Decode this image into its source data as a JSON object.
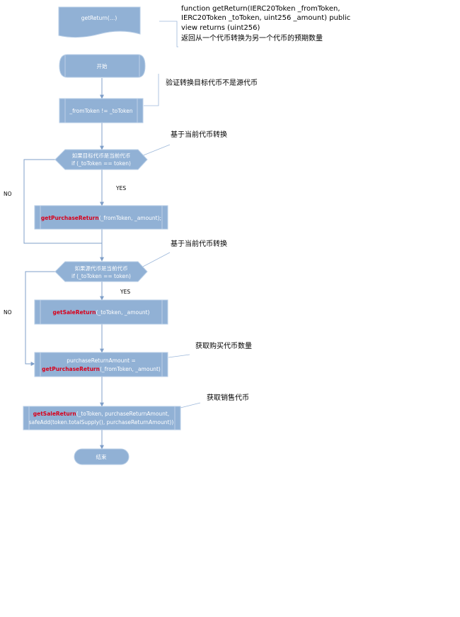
{
  "colors": {
    "node_fill": "#91b1d5",
    "node_text": "#ffffff",
    "highlight_text": "#d9001b",
    "connector": "#7f9fc9",
    "note_text": "#000000"
  },
  "signature_node": {
    "label": "getReturn(…)"
  },
  "signature_note": {
    "line1": "function getReturn(IERC20Token _fromToken,",
    "line2": "IERC20Token _toToken, uint256 _amount) public",
    "line3": "view returns (uint256)",
    "line4": "返回从一个代币转换为另一个代币的预期数量"
  },
  "start_node": {
    "label": "开始"
  },
  "check_node": {
    "label": "_fromToken != _toToken"
  },
  "note_check": "验证转换目标代币不是源代币",
  "decision1": {
    "line1": "如果目标代币是当前代币",
    "line2": "if (_toToken == token)",
    "yes_label": "YES",
    "no_label": "NO"
  },
  "note_decision1": "基于当前代币转换",
  "purchase_node": {
    "func": "getPurchaseReturn",
    "args": "(_fromToken, _amount);"
  },
  "decision2": {
    "line1": "如果源代币是当前代币",
    "line2": "if (_toToken == token)",
    "yes_label": "YES",
    "no_label": "NO"
  },
  "note_decision2": "基于当前代币转换",
  "sale_node": {
    "func": "getSaleReturn",
    "args": "(_toToken, _amount)"
  },
  "assign_node": {
    "line1": "purchaseReturnAmount =",
    "func": "getPurchaseReturn",
    "args": "(_fromToken, _amount)"
  },
  "note_assign": "获取购买代币数量",
  "final_sale_node": {
    "func": "getSaleReturn",
    "args": "(_toToken, purchaseReturnAmount,",
    "line2": "safeAdd(token.totalSupply(), purchaseReturnAmount))"
  },
  "note_final_sale": "获取销售代币",
  "end_node": {
    "label": "结束"
  }
}
